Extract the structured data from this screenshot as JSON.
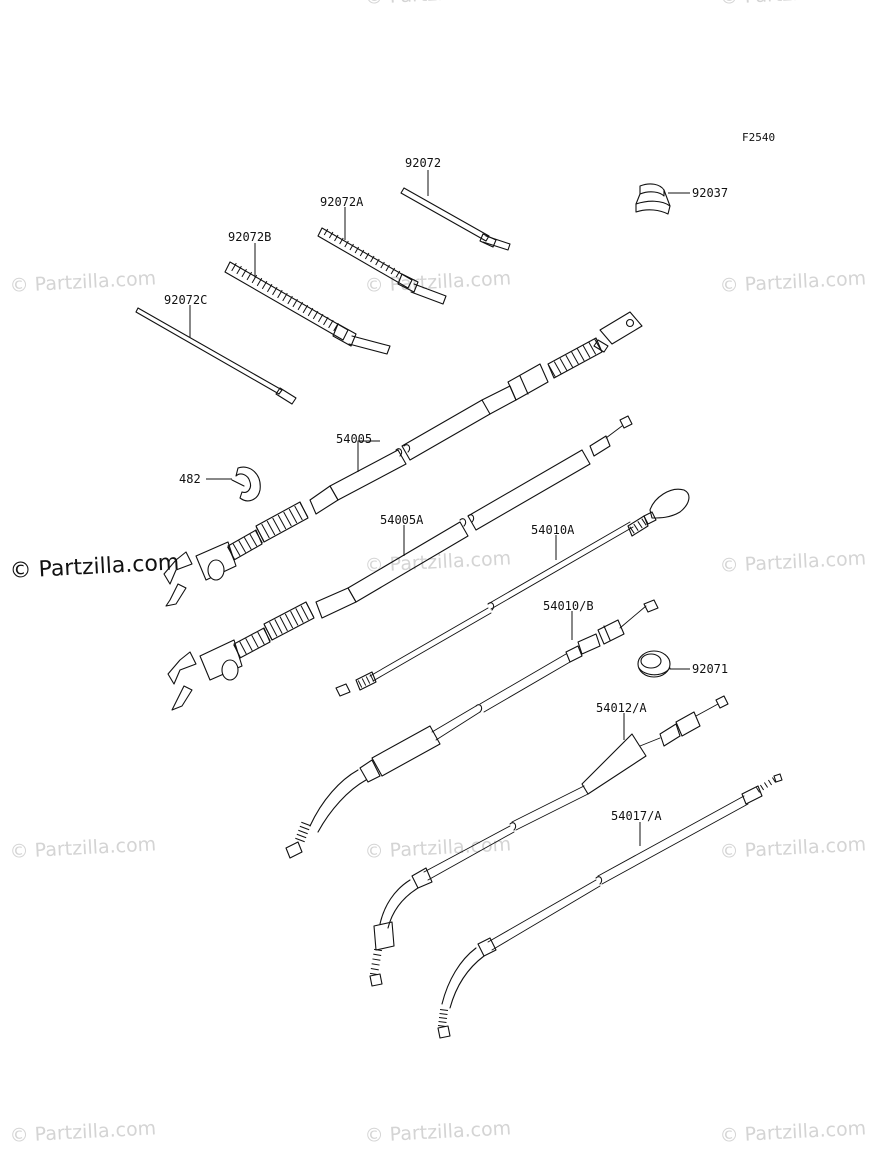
{
  "diagram_code": "F2540",
  "watermark_text": "© Partzilla.com",
  "watermark_logo_text": "© Partzilla.com",
  "callouts": {
    "p92072": "92072",
    "p92072A": "92072A",
    "p92072B": "92072B",
    "p92072C": "92072C",
    "p92037": "92037",
    "p54005": "54005",
    "p482": "482",
    "p54005A": "54005A",
    "p54010A": "54010A",
    "p54010B": "54010/B",
    "p92071": "92071",
    "p54012A": "54012/A",
    "p54017A": "54017/A"
  }
}
